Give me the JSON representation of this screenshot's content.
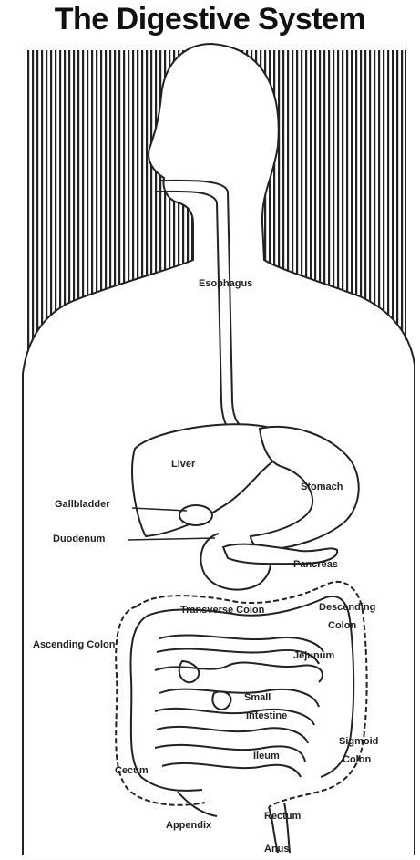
{
  "title": "The Digestive System",
  "labels": {
    "esophagus": "Esophagus",
    "liver": "Liver",
    "stomach": "Stomach",
    "gallbladder": "Gallbladder",
    "duodenum": "Duodenum",
    "pancreas": "Pancreas",
    "transverse_colon": "Transverse Colon",
    "descending_colon_1": "Descending",
    "descending_colon_2": "Colon",
    "jejunum": "Jejunum",
    "ascending_colon": "Ascending Colon",
    "small_intestine_1": "Small",
    "small_intestine_2": "Intestine",
    "sigmoid_colon_1": "Sigmoid",
    "sigmoid_colon_2": "Colon",
    "cecum": "Cecum",
    "ileum": "Ileum",
    "appendix": "Appendix",
    "rectum": "Rectum",
    "anus": "Anus"
  },
  "colors": {
    "line": "#222222",
    "background": "#ffffff"
  }
}
